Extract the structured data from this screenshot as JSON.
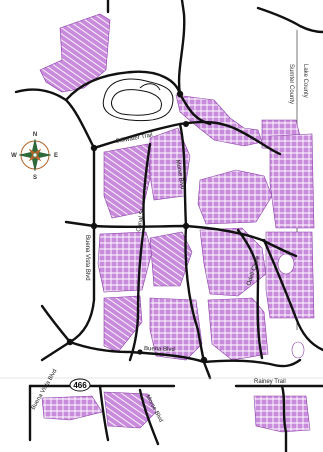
{
  "map": {
    "roads": {
      "stillwater_trail": "Stillwater Trail",
      "morse_blvd": "Morse Blvd",
      "buena_vista_blvd": "Buena Vista Blvd",
      "canal_st": "Canal St",
      "dee_circle": "Odell Circle",
      "buena_blvd": "Buena Blvd",
      "rainey_trail": "Rainey Trail",
      "buena_vista_blvd_south": "Buena Vista Blvd",
      "morse_blvd_south": "Morse Blvd"
    },
    "highway_badge": "466",
    "county_labels": {
      "sumter": "Sumter County",
      "lake": "Lake County"
    },
    "compass": {
      "n": "N",
      "s": "S",
      "e": "E",
      "w": "W"
    },
    "colors": {
      "subdivision_fill": "#c98bdc",
      "subdivision_outline": "#8a3da8",
      "road": "#111111",
      "street_line": "#ffffff",
      "county_line": "#555555",
      "compass_main": "#2e6b3a",
      "compass_accent": "#b5652b"
    }
  }
}
